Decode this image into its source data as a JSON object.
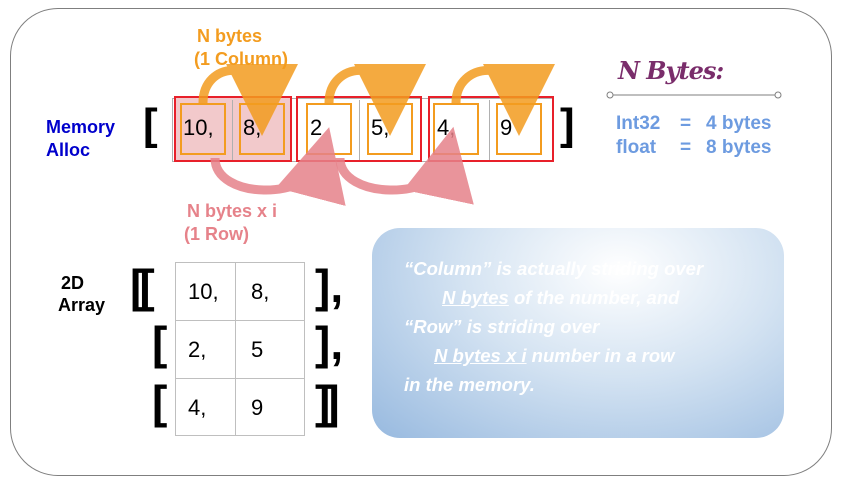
{
  "memory": {
    "label_line1": "Memory",
    "label_line2": "Alloc",
    "open_bracket": "[",
    "close_bracket": "]",
    "values": [
      "10,",
      "8,",
      "2",
      "5,",
      "4,",
      "9"
    ]
  },
  "column_note": {
    "line1": "N bytes",
    "line2": "(1 Column)"
  },
  "row_note": {
    "line1": "N bytes x i",
    "line2": "(1 Row)"
  },
  "sizes": {
    "title": "N Bytes:",
    "rows": [
      {
        "type": "Int32",
        "eq": "=",
        "size": "4 bytes"
      },
      {
        "type": "float",
        "eq": "=",
        "size": "8 bytes"
      }
    ]
  },
  "array2d": {
    "label_line1": "2D",
    "label_line2": "Array",
    "rows": [
      {
        "open": "[[",
        "cells": [
          "10,",
          "8,"
        ],
        "close": "],",
        "close_style": "bold"
      },
      {
        "open": "[",
        "cells": [
          "2,",
          "5"
        ],
        "close": "],",
        "close_style": "bold"
      },
      {
        "open": "[",
        "cells": [
          "4,",
          "9"
        ],
        "close": "]]",
        "close_style": "bold"
      }
    ]
  },
  "callout": {
    "l1": "“Column” is actually striding over",
    "l2_u": "N bytes",
    "l2_rest": " of the number, and",
    "l3": "“Row” is striding over",
    "l4_u": "N bytes x  i",
    "l4_rest": " number in a row",
    "l5": "in the memory."
  },
  "colors": {
    "orange": "#f39c1f",
    "red": "#e8202a",
    "pink_fill": "#f2c9cb",
    "pink_arrow": "#e6828a",
    "label_blue": "#0000cc",
    "steel_blue": "#6d9be0",
    "purple": "#7a2d6b"
  }
}
